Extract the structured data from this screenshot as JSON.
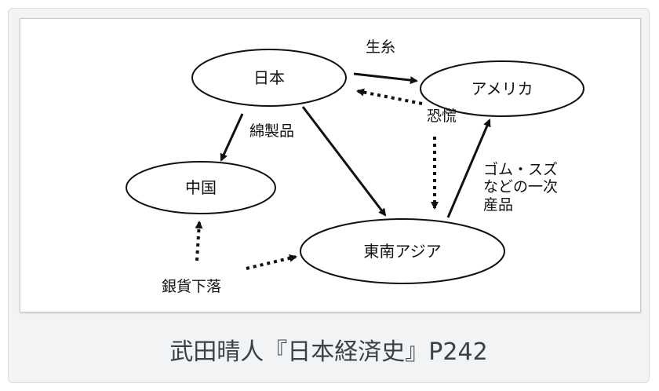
{
  "diagram": {
    "nodes": {
      "japan": "日本",
      "america": "アメリカ",
      "china": "中国",
      "southeast_asia": "東南アジア"
    },
    "edge_labels": {
      "raw_silk": "生糸",
      "panic": "恐慌",
      "cotton_goods": "綿製品",
      "primary_products_line1": "ゴム・スズ",
      "primary_products_line2": "などの一次",
      "primary_products_line3": "産品",
      "silver_decline": "銀貨下落"
    }
  },
  "caption": "武田晴人『日本経済史』P242"
}
